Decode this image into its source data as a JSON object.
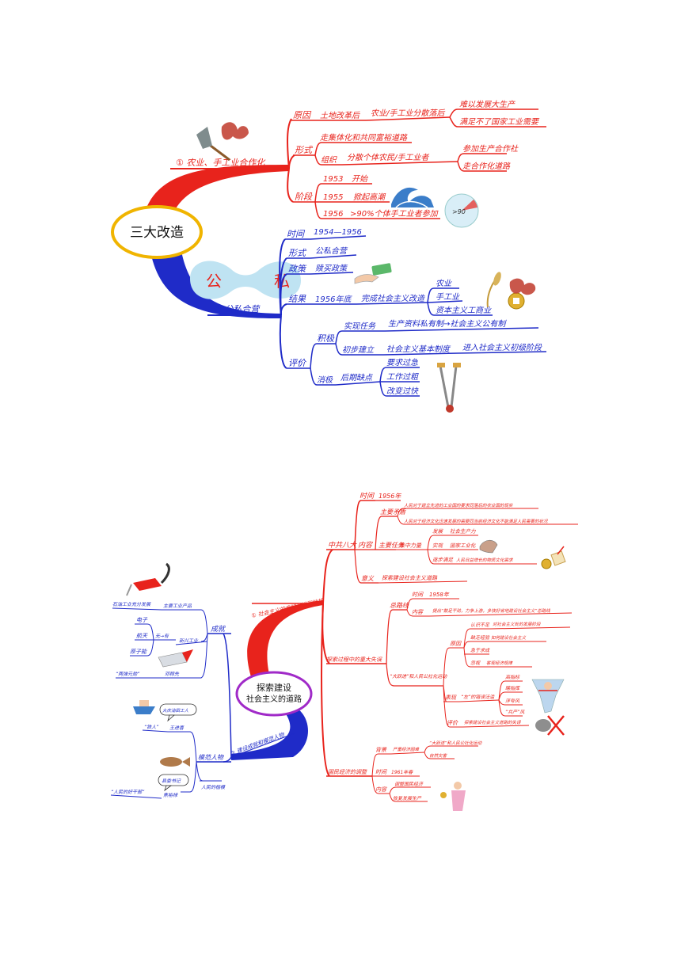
{
  "map1": {
    "center": "三大改造",
    "colors": {
      "red": "#e8231c",
      "blue": "#1f2bc8",
      "center_border": "#f0b400",
      "gong_bg": "#bfe3f2"
    },
    "branch1": {
      "label": "① 农业、手工业合作化",
      "yuanyin": {
        "label": "原因",
        "a": "土地改革后",
        "b": "农业/手工业分散落后",
        "c1": "难以发展大生产",
        "c2": "满足不了国家工业需要"
      },
      "xingshi": {
        "label": "形式",
        "a": "走集体化和共同富裕道路",
        "zuzhi": "组织",
        "b": "分散个体农民/手工业者",
        "c1": "参加生产合作社",
        "c2": "走合作化道路"
      },
      "jieduan": {
        "label": "阶段",
        "y1953": "1953",
        "t1953": "开始",
        "y1955": "1955",
        "t1955": "掀起高潮",
        "y1956": "1956",
        "t1956": ">90%个体手工业者参加",
        "icon_text": ">90"
      }
    },
    "branch2": {
      "label": "② 公私合营",
      "gong": "公",
      "si": "私",
      "shijian": {
        "label": "时间",
        "value": "1954—1956"
      },
      "xingshi": {
        "label": "形式",
        "value": "公私合营"
      },
      "zhengce": {
        "label": "政策",
        "value": "赎买政策"
      },
      "jieguo": {
        "label": "结果",
        "a": "1956年底",
        "b": "完成社会主义改造",
        "c1": "农业",
        "c2": "手工业",
        "c3": "资本主义工商业"
      },
      "pingjia": {
        "label": "评价",
        "jiji": "积极",
        "j1": "实现任务",
        "j1v": "生产资料私有制→社会主义公有制",
        "j2": "初步建立",
        "j2v": "社会主义基本制度",
        "j3": "进入社会主义初级阶段",
        "xiaoji": "消极",
        "x1": "后期缺点",
        "x2a": "要求过急",
        "x2b": "工作过粗",
        "x2c": "改变过快"
      }
    }
  },
  "map2": {
    "center_line1": "探索建设",
    "center_line2": "社会主义的道路",
    "colors": {
      "red": "#e8231c",
      "blue": "#1f2bc8",
      "center_border": "#a02ac8"
    },
    "branch1": {
      "label": "① 社会主义的良好开端和挫折",
      "bada": {
        "label": "中共八大",
        "shijian": "时间",
        "shijian_v": "1956年",
        "neirong": "内容",
        "maodun": "主要矛盾",
        "maodun1": "人民对于建立先进的工业国的要求同落后的农业国的现实",
        "maodun2": "人民对于经济文化迅速发展的需要同当前经济文化不能满足人民需要的状况",
        "renwu": "主要任务",
        "renwu_a": "集中力量",
        "renwu_b": "发展",
        "renwu_c": "社会生产力",
        "renwu_d": "实现",
        "renwu_e": "国家工业化",
        "renwu_f": "逐步满足",
        "renwu_g": "人民日益增长的物质文化需求",
        "yiyi": "意义",
        "yiyi_v": "探索建设社会主义道路"
      },
      "cuozhe": {
        "label": "探索过程中的重大失误",
        "zongluxian": "总路线",
        "sj": "时间",
        "sj_v": "1958年",
        "nr": "内容",
        "nr_v": "提出“鼓足干劲，力争上游，多快好省地建设社会主义”总路线",
        "dyj": "“大跃进”和人民公社化运动",
        "yuanyin": "原因",
        "y1a": "认识不足",
        "y1b": "对社会主义处的发展阶段",
        "y2a": "缺乏经验",
        "y2b": "如何建设社会主义",
        "y3": "急于求成",
        "y4a": "忽视",
        "y4b": "客观经济规律",
        "biaoxian": "表现",
        "bx_a": "“左”的错误泛滥",
        "bx1": "高指标",
        "bx2": "瞎指挥",
        "bx3": "浮夸风",
        "bx4": "“共产”风",
        "pingjia": "评价",
        "pj_v": "探索建设社会主义道路的失误"
      },
      "tiaozheng": {
        "label": "国民经济的调整",
        "beijing": "背景",
        "bj1": "严重经济困难",
        "bj2": "“大跃进”和人民公社化运动",
        "bj3": "自然灾害",
        "sj": "时间",
        "sj_v": "1961年春",
        "nr": "内容",
        "nr1": "调整国民经济",
        "nr2": "恢复发展生产"
      }
    },
    "branch2": {
      "label": "② 建设成就和模范人物",
      "chengjiu": {
        "label": "成就",
        "s1": "石油工业充分发展",
        "s1b": "主要工业产品",
        "s2": "新兴工业",
        "s2a": "电子",
        "s2b": "航天",
        "s2c": "原子能",
        "s2d": "无→有",
        "s3": "“两弹元勋”",
        "s3b": "邓稼先"
      },
      "mofan": {
        "label": "模范人物",
        "m1": "“铁人”",
        "m1b": "王进喜",
        "m1c": "大庆油田工人",
        "m2": "“人民的好干部”",
        "m2b": "焦裕禄",
        "m2c": "县委书记",
        "m3": "人民的楷模"
      }
    }
  }
}
